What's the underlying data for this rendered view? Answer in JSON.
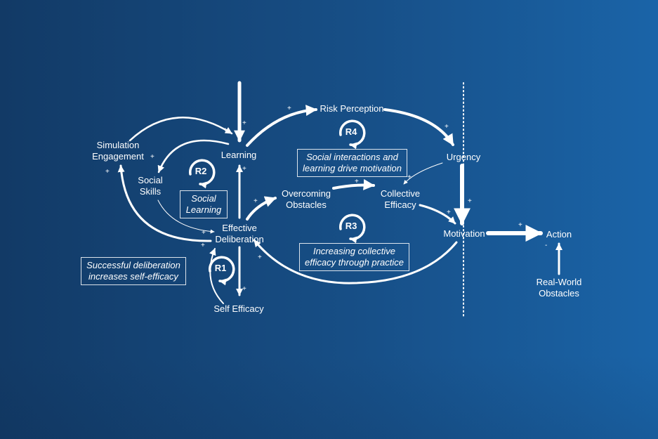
{
  "colors": {
    "foreground": "#ffffff",
    "bg_left": "#123a66",
    "bg_right": "#1a64a8"
  },
  "nodes": {
    "simulation_engagement": "Simulation\nEngagement",
    "learning": "Learning",
    "risk_perception": "Risk Perception",
    "urgency": "Urgency",
    "social_skills": "Social\nSkills",
    "overcoming_obstacles": "Overcoming\nObstacles",
    "collective_efficacy": "Collective\nEfficacy",
    "effective_deliberation": "Effective\nDeliberation",
    "motivation": "Motivation",
    "action": "Action",
    "self_efficacy": "Self Efficacy",
    "real_world_obstacles": "Real-World\nObstacles"
  },
  "loops": {
    "r1": "R1",
    "r2": "R2",
    "r3": "R3",
    "r4": "R4"
  },
  "notes": {
    "social_learning": "Social\nLearning",
    "social_interactions": "Social interactions and\nlearning drive motivation",
    "collective_practice": "Increasing collective\nefficacy through practice",
    "successful_deliberation": "Successful deliberation\nincreases self-efficacy"
  },
  "polarity": {
    "plus": "+",
    "minus": "-"
  }
}
